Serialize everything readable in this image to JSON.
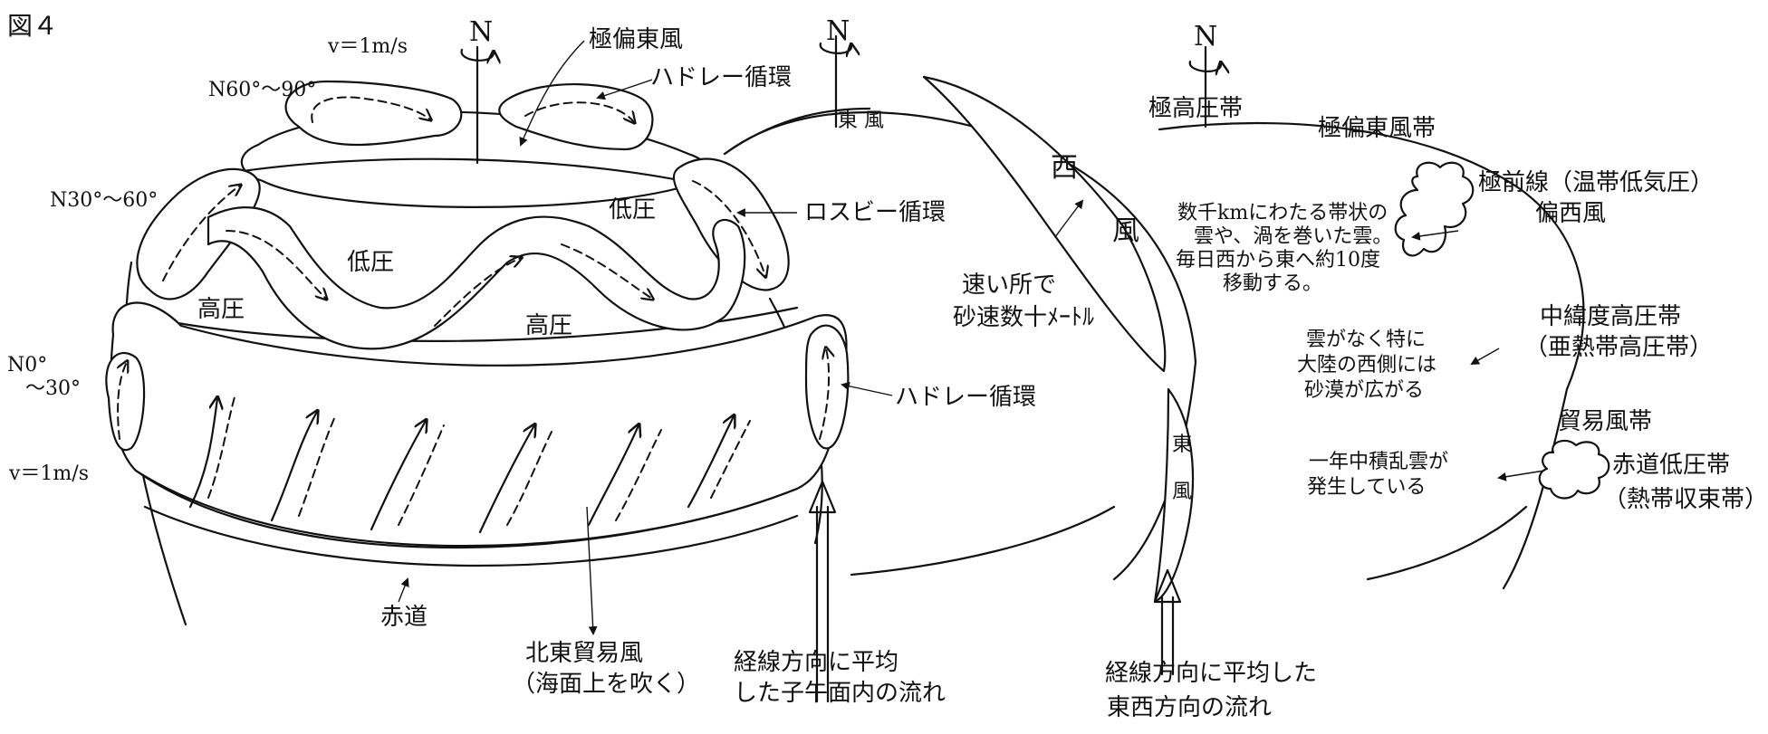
{
  "figure": {
    "title": "図４"
  },
  "left_panel": {
    "north": "N",
    "velocity_top": "v＝1m/s",
    "velocity_bottom": "v＝1m/s",
    "lat_60_90": "N60°〜90°",
    "lat_30_60": "N30°〜60°",
    "lat_0_30_line1": "N0°",
    "lat_0_30_line2": "〜30°",
    "polar_easterlies": "極偏東風",
    "hadley_top": "ハドレー循環",
    "rossby": "ロスビー循環",
    "hadley_right": "ハドレー循環",
    "low_left": "低圧",
    "low_right": "低圧",
    "high_left": "高圧",
    "high_center": "高圧",
    "equator": "赤道",
    "ne_trade_line1": "北東貿易風",
    "ne_trade_line2": "（海面上を吹く）",
    "meridional_line1": "経線方向に平均",
    "meridional_line2": "した子午面内の流れ"
  },
  "middle_panel": {
    "north": "N",
    "east_wind_top": "東 風",
    "west_wind_1": "西",
    "west_wind_2": "風",
    "speed_line1": "速い所で",
    "speed_line2": "砂速数十ﾒｰﾄﾙ",
    "east_wind_bottom_1": "東",
    "east_wind_bottom_2": "風",
    "zonal_line1": "経線方向に平均した",
    "zonal_line2": "東西方向の流れ"
  },
  "right_panel": {
    "north": "N",
    "polar_high": "極高圧帯",
    "polar_easterly_belt": "極偏東風帯",
    "polar_front": "極前線（温帯低気圧）",
    "westerlies": "偏西風",
    "front_note": [
      "数千kmにわたる帯状の",
      "雲や、渦を巻いた雲。",
      "毎日西から東へ約10度",
      "移動する。"
    ],
    "subtropical_high_1": "中緯度高圧帯",
    "subtropical_high_2": "（亜熱帯高圧帯）",
    "desert_note": [
      "雲がなく特に",
      "大陸の西側には",
      "砂漠が広がる"
    ],
    "trade_wind_belt": "貿易風帯",
    "equatorial_low_1": "赤道低圧帯",
    "equatorial_low_2": "（熱帯収束帯）",
    "cumulonimbus_note": [
      "一年中積乱雲が",
      "発生している"
    ]
  }
}
